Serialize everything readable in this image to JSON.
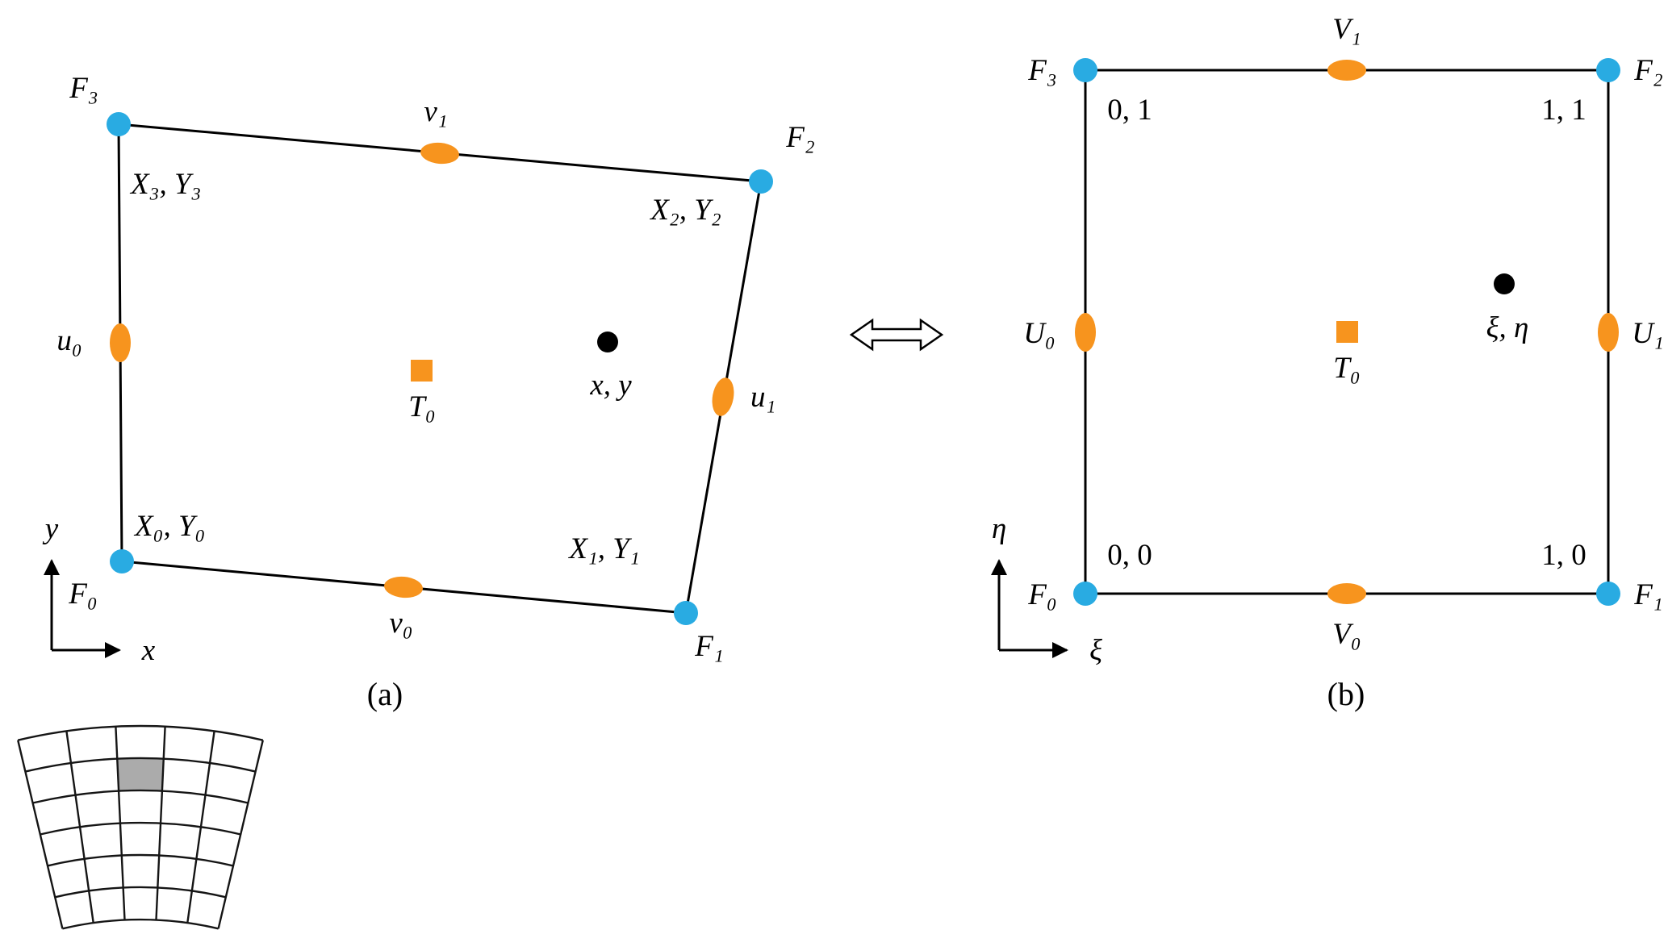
{
  "colors": {
    "corner_node": "#29abe2",
    "edge_midpoint": "#f7941e",
    "cell_center": "#f7941e",
    "sample_point": "#000000",
    "mesh_highlight": "#ababab"
  },
  "panel_a": {
    "caption": "(a)",
    "labels": {
      "F0": "F₀",
      "F1": "F₁",
      "F2": "F₂",
      "F3": "F₃",
      "XY0": "X₀, Y₀",
      "XY1": "X₁, Y₁",
      "XY2": "X₂, Y₂",
      "XY3": "X₃, Y₃",
      "u0": "u₀",
      "u1": "u₁",
      "v0": "v₀",
      "v1": "v₁",
      "T0": "T₀",
      "point": "x, y",
      "axis_horizontal": "x",
      "axis_vertical": "y"
    }
  },
  "panel_b": {
    "caption": "(b)",
    "labels": {
      "F0": "F₀",
      "F1": "F₁",
      "F2": "F₂",
      "F3": "F₃",
      "corner01": "0, 1",
      "corner11": "1, 1",
      "corner00": "0, 0",
      "corner10": "1, 0",
      "U0": "U₀",
      "U1": "U₁",
      "V0": "V₀",
      "V1": "V₁",
      "T0": "T₀",
      "point": "ξ, η",
      "axis_horizontal": "ξ",
      "axis_vertical": "η"
    }
  }
}
